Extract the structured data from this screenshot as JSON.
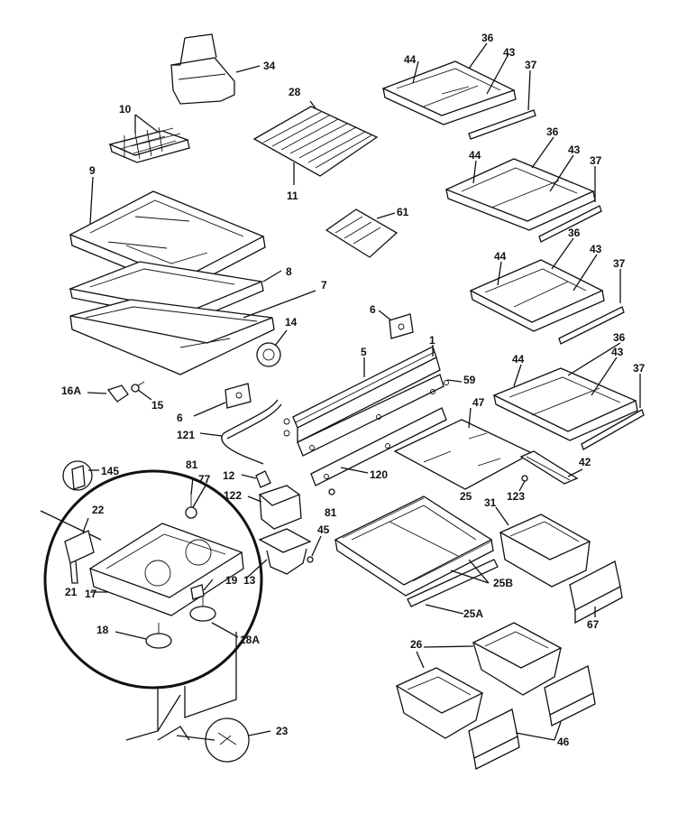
{
  "diagram": {
    "labels": {
      "l34": "34",
      "l28": "28",
      "l10": "10",
      "l11": "11",
      "l9": "9",
      "l8": "8",
      "l7": "7",
      "l14": "14",
      "l16A": "16A",
      "l15": "15",
      "l61": "61",
      "l6a": "6",
      "l6b": "6",
      "l5": "5",
      "l1": "1",
      "l59": "59",
      "l121": "121",
      "l120": "120",
      "l81a": "81",
      "l81b": "81",
      "l45": "45",
      "l12": "12",
      "l122": "122",
      "l13": "13",
      "l77": "77",
      "l145": "145",
      "l22": "22",
      "l21": "21",
      "l17": "17",
      "l19": "19",
      "l18": "18",
      "l18A": "18A",
      "l23": "23",
      "l25": "25",
      "l25B": "25B",
      "l25A": "25A",
      "l31": "31",
      "l67": "67",
      "l26": "26",
      "l46": "46",
      "l42": "42",
      "l123": "123",
      "l47": "47",
      "l44a": "44",
      "l36a": "36",
      "l43a": "43",
      "l37a": "37",
      "l44b": "44",
      "l36b": "36",
      "l43b": "43",
      "l37b": "37",
      "l44c": "44",
      "l36c": "36",
      "l43c": "43",
      "l37c": "37",
      "l44d": "44",
      "l36d": "36",
      "l43d": "43",
      "l37d": "37"
    }
  }
}
